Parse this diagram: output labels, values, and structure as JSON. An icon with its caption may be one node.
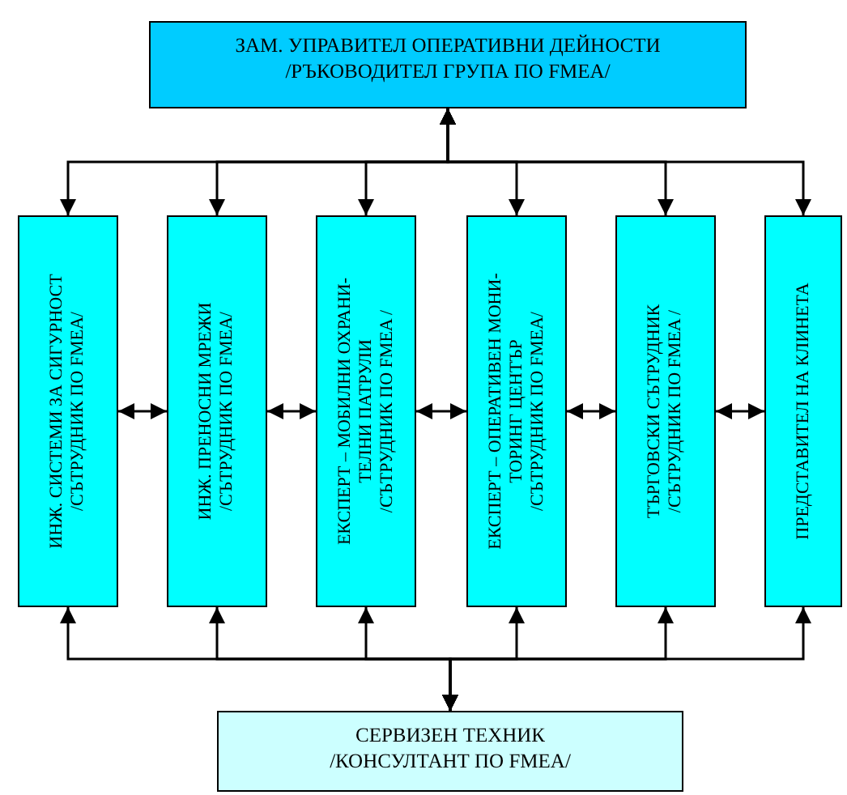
{
  "diagram": {
    "nodes": [
      {
        "text": [
          "ЗАМ. УПРАВИТЕЛ ОПЕРАТИВНИ ДЕЙНОСТИ",
          "/РЪКОВОДИТЕЛ ГРУПА ПО FMEA/"
        ]
      },
      {
        "text": [
          "ИНЖ. СИСТЕМИ ЗА СИГУРНОСТ",
          "/СЪТРУДНИК ПО FMEA/"
        ]
      },
      {
        "text": [
          "ИНЖ. ПРЕНОСНИ МРЕЖИ",
          "/СЪТРУДНИК ПО FMEA/"
        ]
      },
      {
        "text": [
          "ЕКСПЕРТ – МОБИЛНИ ОХРАНИ- ТЕЛНИ ПАТРУЛИ",
          "/СЪТРУДНИК ПО FMEA /"
        ]
      },
      {
        "text": [
          "ЕКСПЕРТ – ОПЕРАТИВЕН МОНИ- ТОРИНГ ЦЕНТЪР",
          "/СЪТРУДНИК ПО FMEA/"
        ]
      },
      {
        "text": [
          "ТЪРГОВСКИ СЪТРУДНИК",
          "/СЪТРУДНИК ПО FMEA /"
        ]
      },
      {
        "text": [
          "ПРЕДСТАВИТЕЛ НА КЛИНЕТА"
        ]
      },
      {
        "text": [
          "СЕРВИЗЕН ТЕХНИК",
          "/КОНСУЛТАНТ ПО FMEA/"
        ]
      }
    ],
    "edges": [
      {
        "from": 0,
        "to": 1,
        "arrow": "both"
      },
      {
        "from": 0,
        "to": 2,
        "arrow": "both"
      },
      {
        "from": 0,
        "to": 3,
        "arrow": "both"
      },
      {
        "from": 0,
        "to": 4,
        "arrow": "both"
      },
      {
        "from": 0,
        "to": 5,
        "arrow": "both"
      },
      {
        "from": 0,
        "to": 6,
        "arrow": "both"
      },
      {
        "from": 1,
        "to": 2,
        "arrow": "both"
      },
      {
        "from": 2,
        "to": 3,
        "arrow": "both"
      },
      {
        "from": 3,
        "to": 4,
        "arrow": "both"
      },
      {
        "from": 4,
        "to": 5,
        "arrow": "both"
      },
      {
        "from": 5,
        "to": 6,
        "arrow": "both"
      },
      {
        "from": 1,
        "to": 7,
        "arrow": "both"
      },
      {
        "from": 2,
        "to": 7,
        "arrow": "both"
      },
      {
        "from": 3,
        "to": 7,
        "arrow": "both"
      },
      {
        "from": 4,
        "to": 7,
        "arrow": "both"
      },
      {
        "from": 5,
        "to": 7,
        "arrow": "both"
      },
      {
        "from": 6,
        "to": 7,
        "arrow": "both"
      }
    ]
  }
}
